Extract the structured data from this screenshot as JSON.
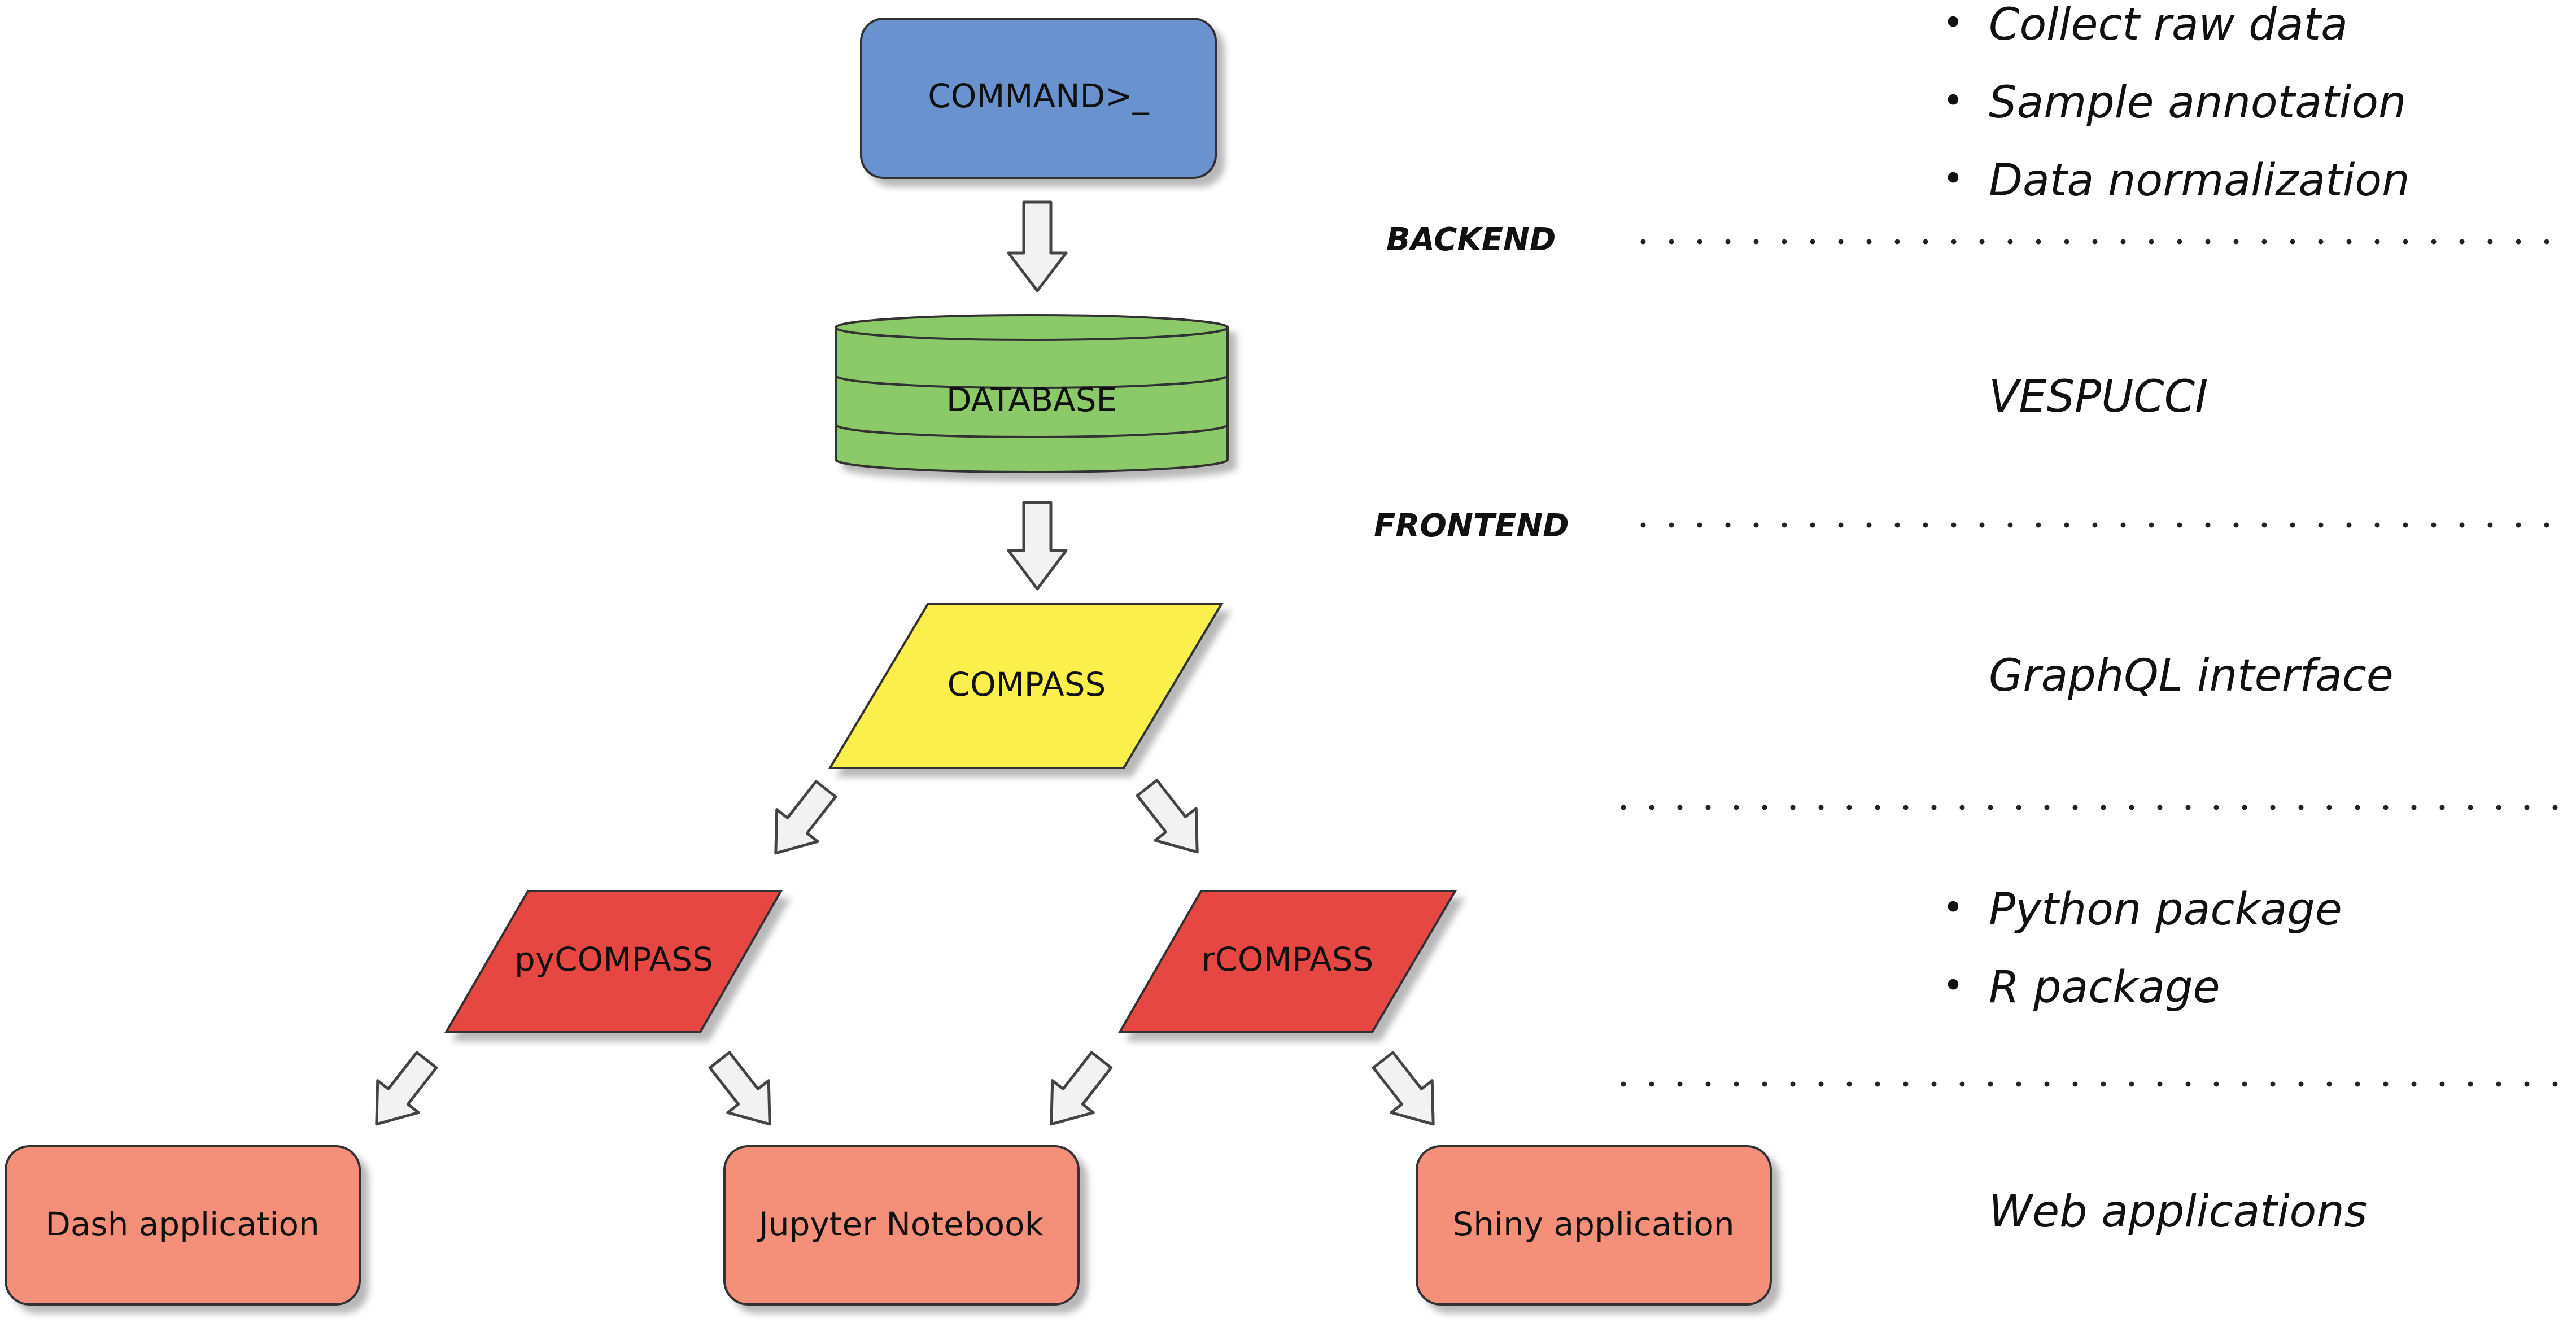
{
  "colors": {
    "command": "#6b92cf",
    "database": "#8cc967",
    "compass": "#fbf04c",
    "packages": "#e64643",
    "webapps": "#f4907a"
  },
  "nodes": {
    "command": "COMMAND>_",
    "database": "DATABASE",
    "compass": "COMPASS",
    "pycompass": "pyCOMPASS",
    "rcompass": "rCOMPASS",
    "dash": "Dash application",
    "jupyter": "Jupyter Notebook",
    "shiny": "Shiny application"
  },
  "separators": {
    "backend": "BACKEND",
    "frontend": "FRONTEND"
  },
  "side": {
    "backend_items": [
      "Collect raw data",
      "Sample annotation",
      "Data normalization"
    ],
    "vespucci": "VESPUCCI",
    "graphql": "GraphQL interface",
    "package_items": [
      "Python package",
      "R package"
    ],
    "web": "Web applications"
  }
}
